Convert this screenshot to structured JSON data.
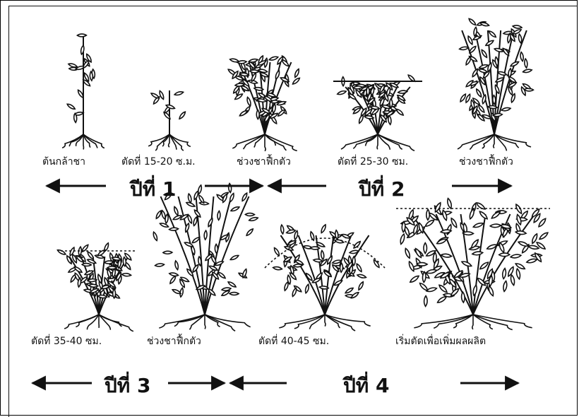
{
  "stages": [
    {
      "label": "ต้นกล้าชา"
    },
    {
      "label": "ตัดที่ 15-20 ซ.ม."
    },
    {
      "label": "ช่วงชาฟื้กตัว"
    },
    {
      "label": "ตัดที่ 25-30 ซม."
    },
    {
      "label": "ช่วงชาฟื้กตัว"
    },
    {
      "label": "ตัดที่ 35-40 ซม."
    },
    {
      "label": "ช่วงชาฟื้กตัว"
    },
    {
      "label": "ตัดที่ 40-45 ซม."
    },
    {
      "label": "เริ่มตัดเพื่อเพิ่มผลผลิต"
    }
  ],
  "years": [
    {
      "label": "ปีที่ 1"
    },
    {
      "label": "ปีที่ 2"
    },
    {
      "label": "ปีที่ 3"
    },
    {
      "label": "ปีที่ 4"
    }
  ],
  "colors": {
    "ink": "#111111",
    "background": "#ffffff"
  }
}
